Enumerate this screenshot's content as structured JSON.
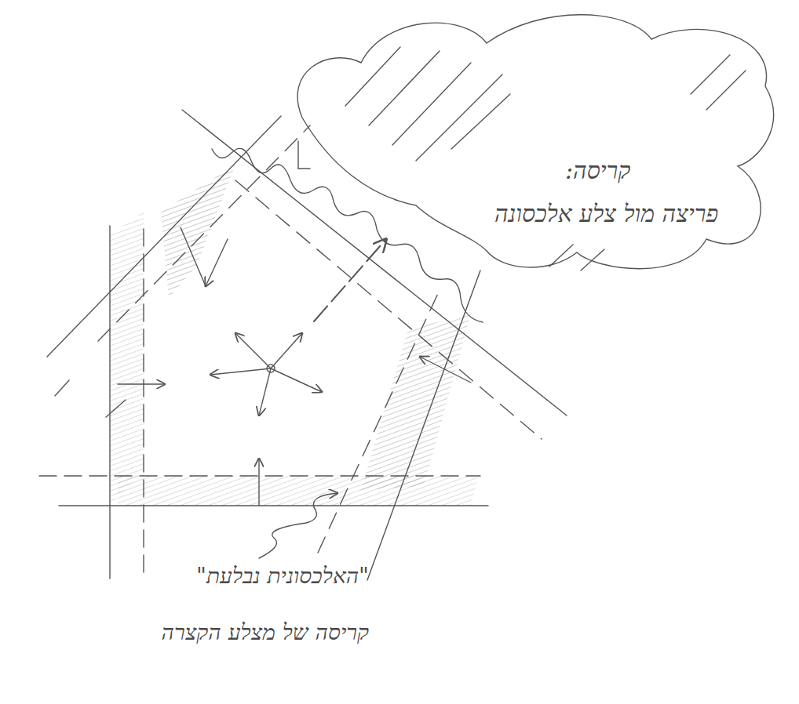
{
  "diagram": {
    "nodes": [
      {
        "text": [
          "קריסה:",
          "פריצה מול צלע אלכסונה"
        ]
      }
    ],
    "labels": [
      "\"האלכסונית נבלעת\"",
      "קריסה של מצלע הקצרה"
    ]
  }
}
